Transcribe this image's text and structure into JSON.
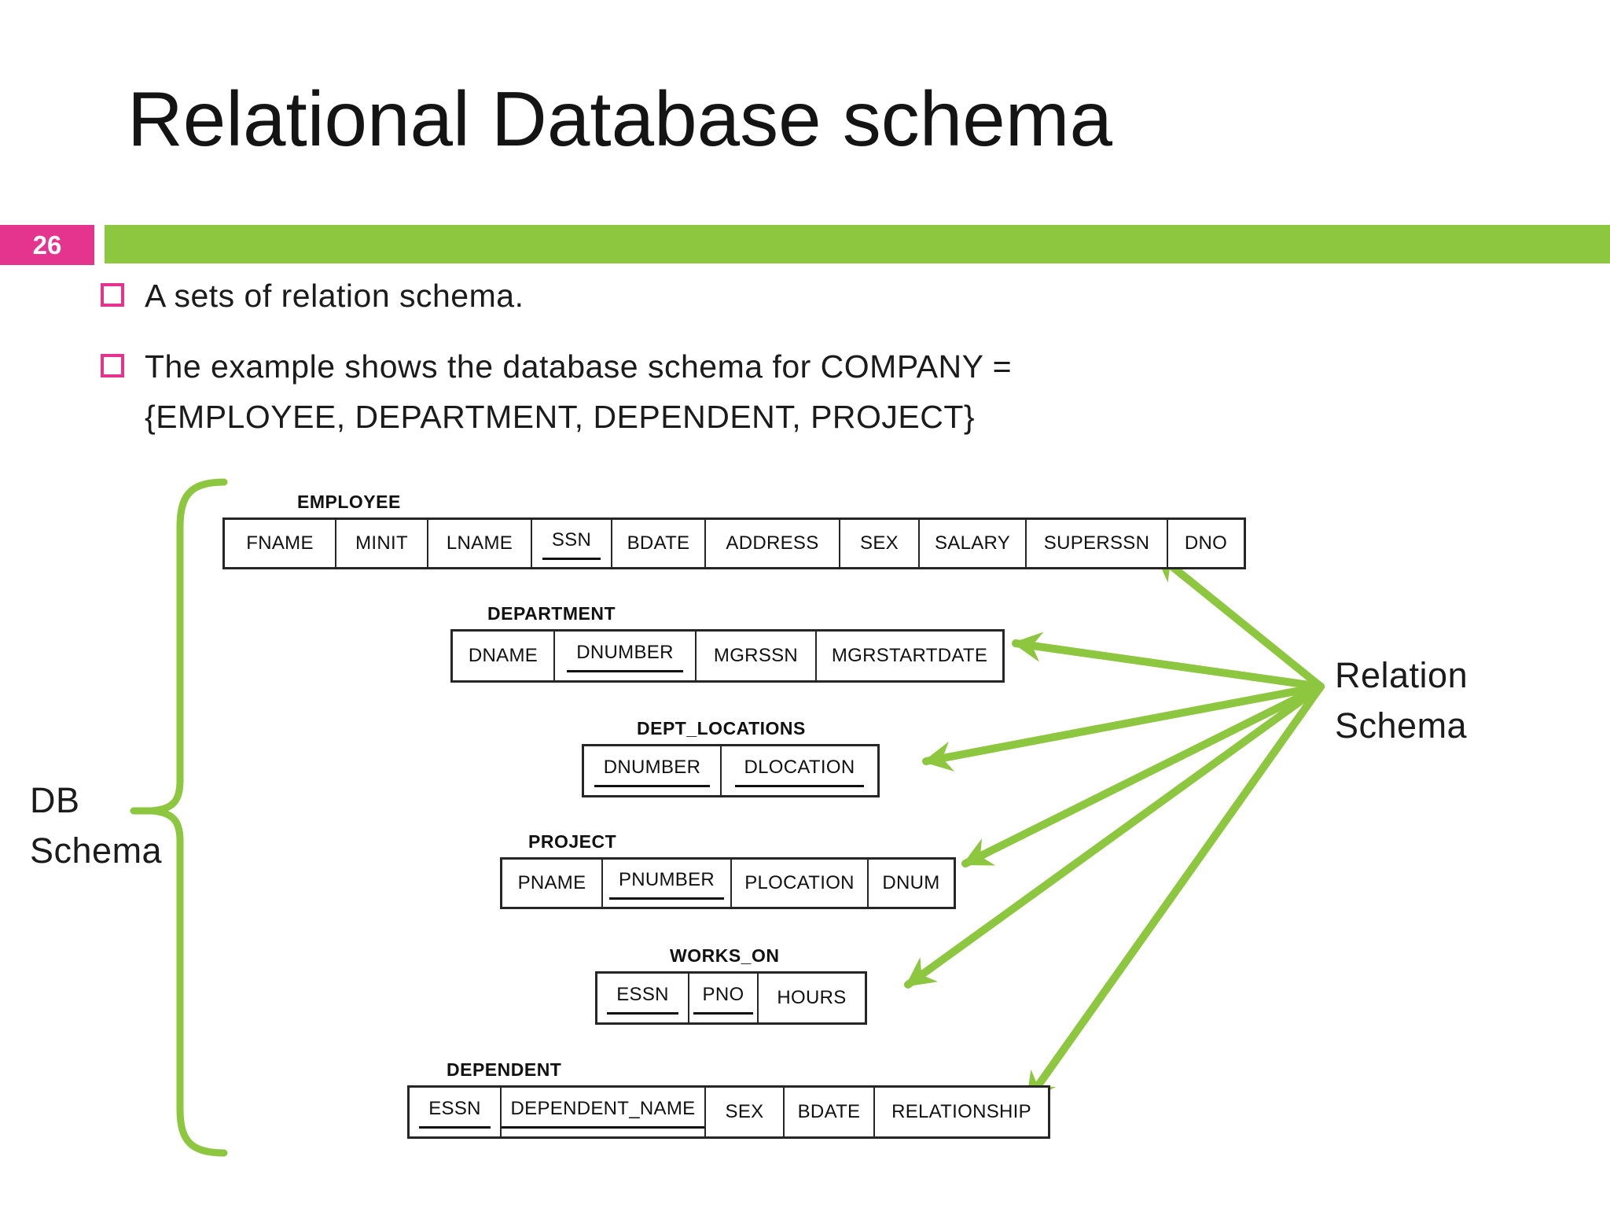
{
  "slide": {
    "title": "Relational Database schema",
    "page_number": "26"
  },
  "bullets": [
    {
      "lines": [
        "A sets of relation schema."
      ]
    },
    {
      "lines": [
        "The example shows the database schema for COMPANY =",
        "{EMPLOYEE, DEPARTMENT, DEPENDENT, PROJECT}"
      ]
    }
  ],
  "diagram": {
    "db_schema_label": {
      "line1": "DB",
      "line2": "Schema"
    },
    "relation_schema_label": {
      "line1": "Relation",
      "line2": "Schema"
    },
    "arrows_point_to": [
      "EMPLOYEE",
      "DEPARTMENT",
      "DEPT_LOCATIONS",
      "PROJECT",
      "WORKS_ON",
      "DEPENDENT"
    ],
    "tables": [
      {
        "name": "EMPLOYEE",
        "attributes": [
          {
            "name": "FNAME"
          },
          {
            "name": "MINIT"
          },
          {
            "name": "LNAME"
          },
          {
            "name": "SSN",
            "key": true
          },
          {
            "name": "BDATE"
          },
          {
            "name": "ADDRESS"
          },
          {
            "name": "SEX"
          },
          {
            "name": "SALARY"
          },
          {
            "name": "SUPERSSN"
          },
          {
            "name": "DNO"
          }
        ]
      },
      {
        "name": "DEPARTMENT",
        "attributes": [
          {
            "name": "DNAME"
          },
          {
            "name": "DNUMBER",
            "key": true
          },
          {
            "name": "MGRSSN"
          },
          {
            "name": "MGRSTARTDATE"
          }
        ]
      },
      {
        "name": "DEPT_LOCATIONS",
        "attributes": [
          {
            "name": "DNUMBER",
            "key": true
          },
          {
            "name": "DLOCATION",
            "key": true
          }
        ]
      },
      {
        "name": "PROJECT",
        "attributes": [
          {
            "name": "PNAME"
          },
          {
            "name": "PNUMBER",
            "key": true
          },
          {
            "name": "PLOCATION"
          },
          {
            "name": "DNUM"
          }
        ]
      },
      {
        "name": "WORKS_ON",
        "attributes": [
          {
            "name": "ESSN",
            "key": true
          },
          {
            "name": "PNO",
            "key": true
          },
          {
            "name": "HOURS"
          }
        ]
      },
      {
        "name": "DEPENDENT",
        "attributes": [
          {
            "name": "ESSN",
            "key": true
          },
          {
            "name": "DEPENDENT_NAME",
            "key": true
          },
          {
            "name": "SEX"
          },
          {
            "name": "BDATE"
          },
          {
            "name": "RELATIONSHIP"
          }
        ]
      }
    ]
  },
  "colors": {
    "accent_green": "#8dc63f",
    "accent_pink": "#e5348d"
  }
}
